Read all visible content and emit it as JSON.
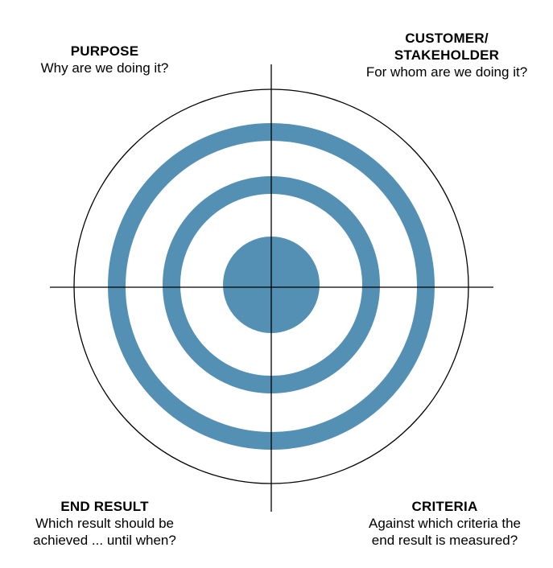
{
  "colors": {
    "ring": "#5390b3",
    "line": "#000000",
    "background": "#ffffff"
  },
  "quadrants": {
    "purpose": {
      "title": "PURPOSE",
      "subtitle": "Why are we doing it?"
    },
    "customer": {
      "title_line1": "CUSTOMER/",
      "title_line2": "STAKEHOLDER",
      "subtitle": "For whom are we doing it?"
    },
    "end_result": {
      "title": "END RESULT",
      "subtitle_line1": "Which result should be",
      "subtitle_line2": "achieved ... until when?"
    },
    "criteria": {
      "title": "CRITERIA",
      "subtitle_line1": "Against which criteria the",
      "subtitle_line2": "end result is measured?"
    }
  }
}
